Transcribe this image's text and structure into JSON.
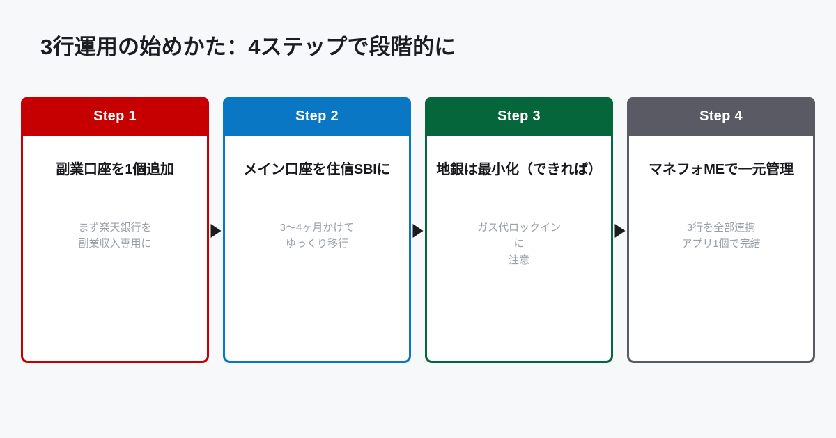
{
  "page": {
    "title": "3行運用の始めかた：4ステップで段階的に",
    "background_color": "#f7f8fa",
    "title_color": "#1c1c22"
  },
  "arrow": {
    "icon": "triangle-right-icon",
    "color": "#1b1b20"
  },
  "steps": [
    {
      "header": "Step 1",
      "title": "副業口座を1個追加",
      "subtitle": "まず楽天銀行を\n副業収入専用に",
      "color": "#c60000"
    },
    {
      "header": "Step 2",
      "title": "メイン口座を住信SBIに",
      "subtitle": "3〜4ヶ月かけて\nゆっくり移行",
      "color": "#0a77c4"
    },
    {
      "header": "Step 3",
      "title": "地銀は最小化（できれば）",
      "subtitle": "ガス代ロックインに\n注意",
      "color": "#04663a"
    },
    {
      "header": "Step 4",
      "title": "マネフォMEで一元管理",
      "subtitle": "3行を全部連携\nアプリ1個で完結",
      "color": "#5a5a64"
    }
  ]
}
